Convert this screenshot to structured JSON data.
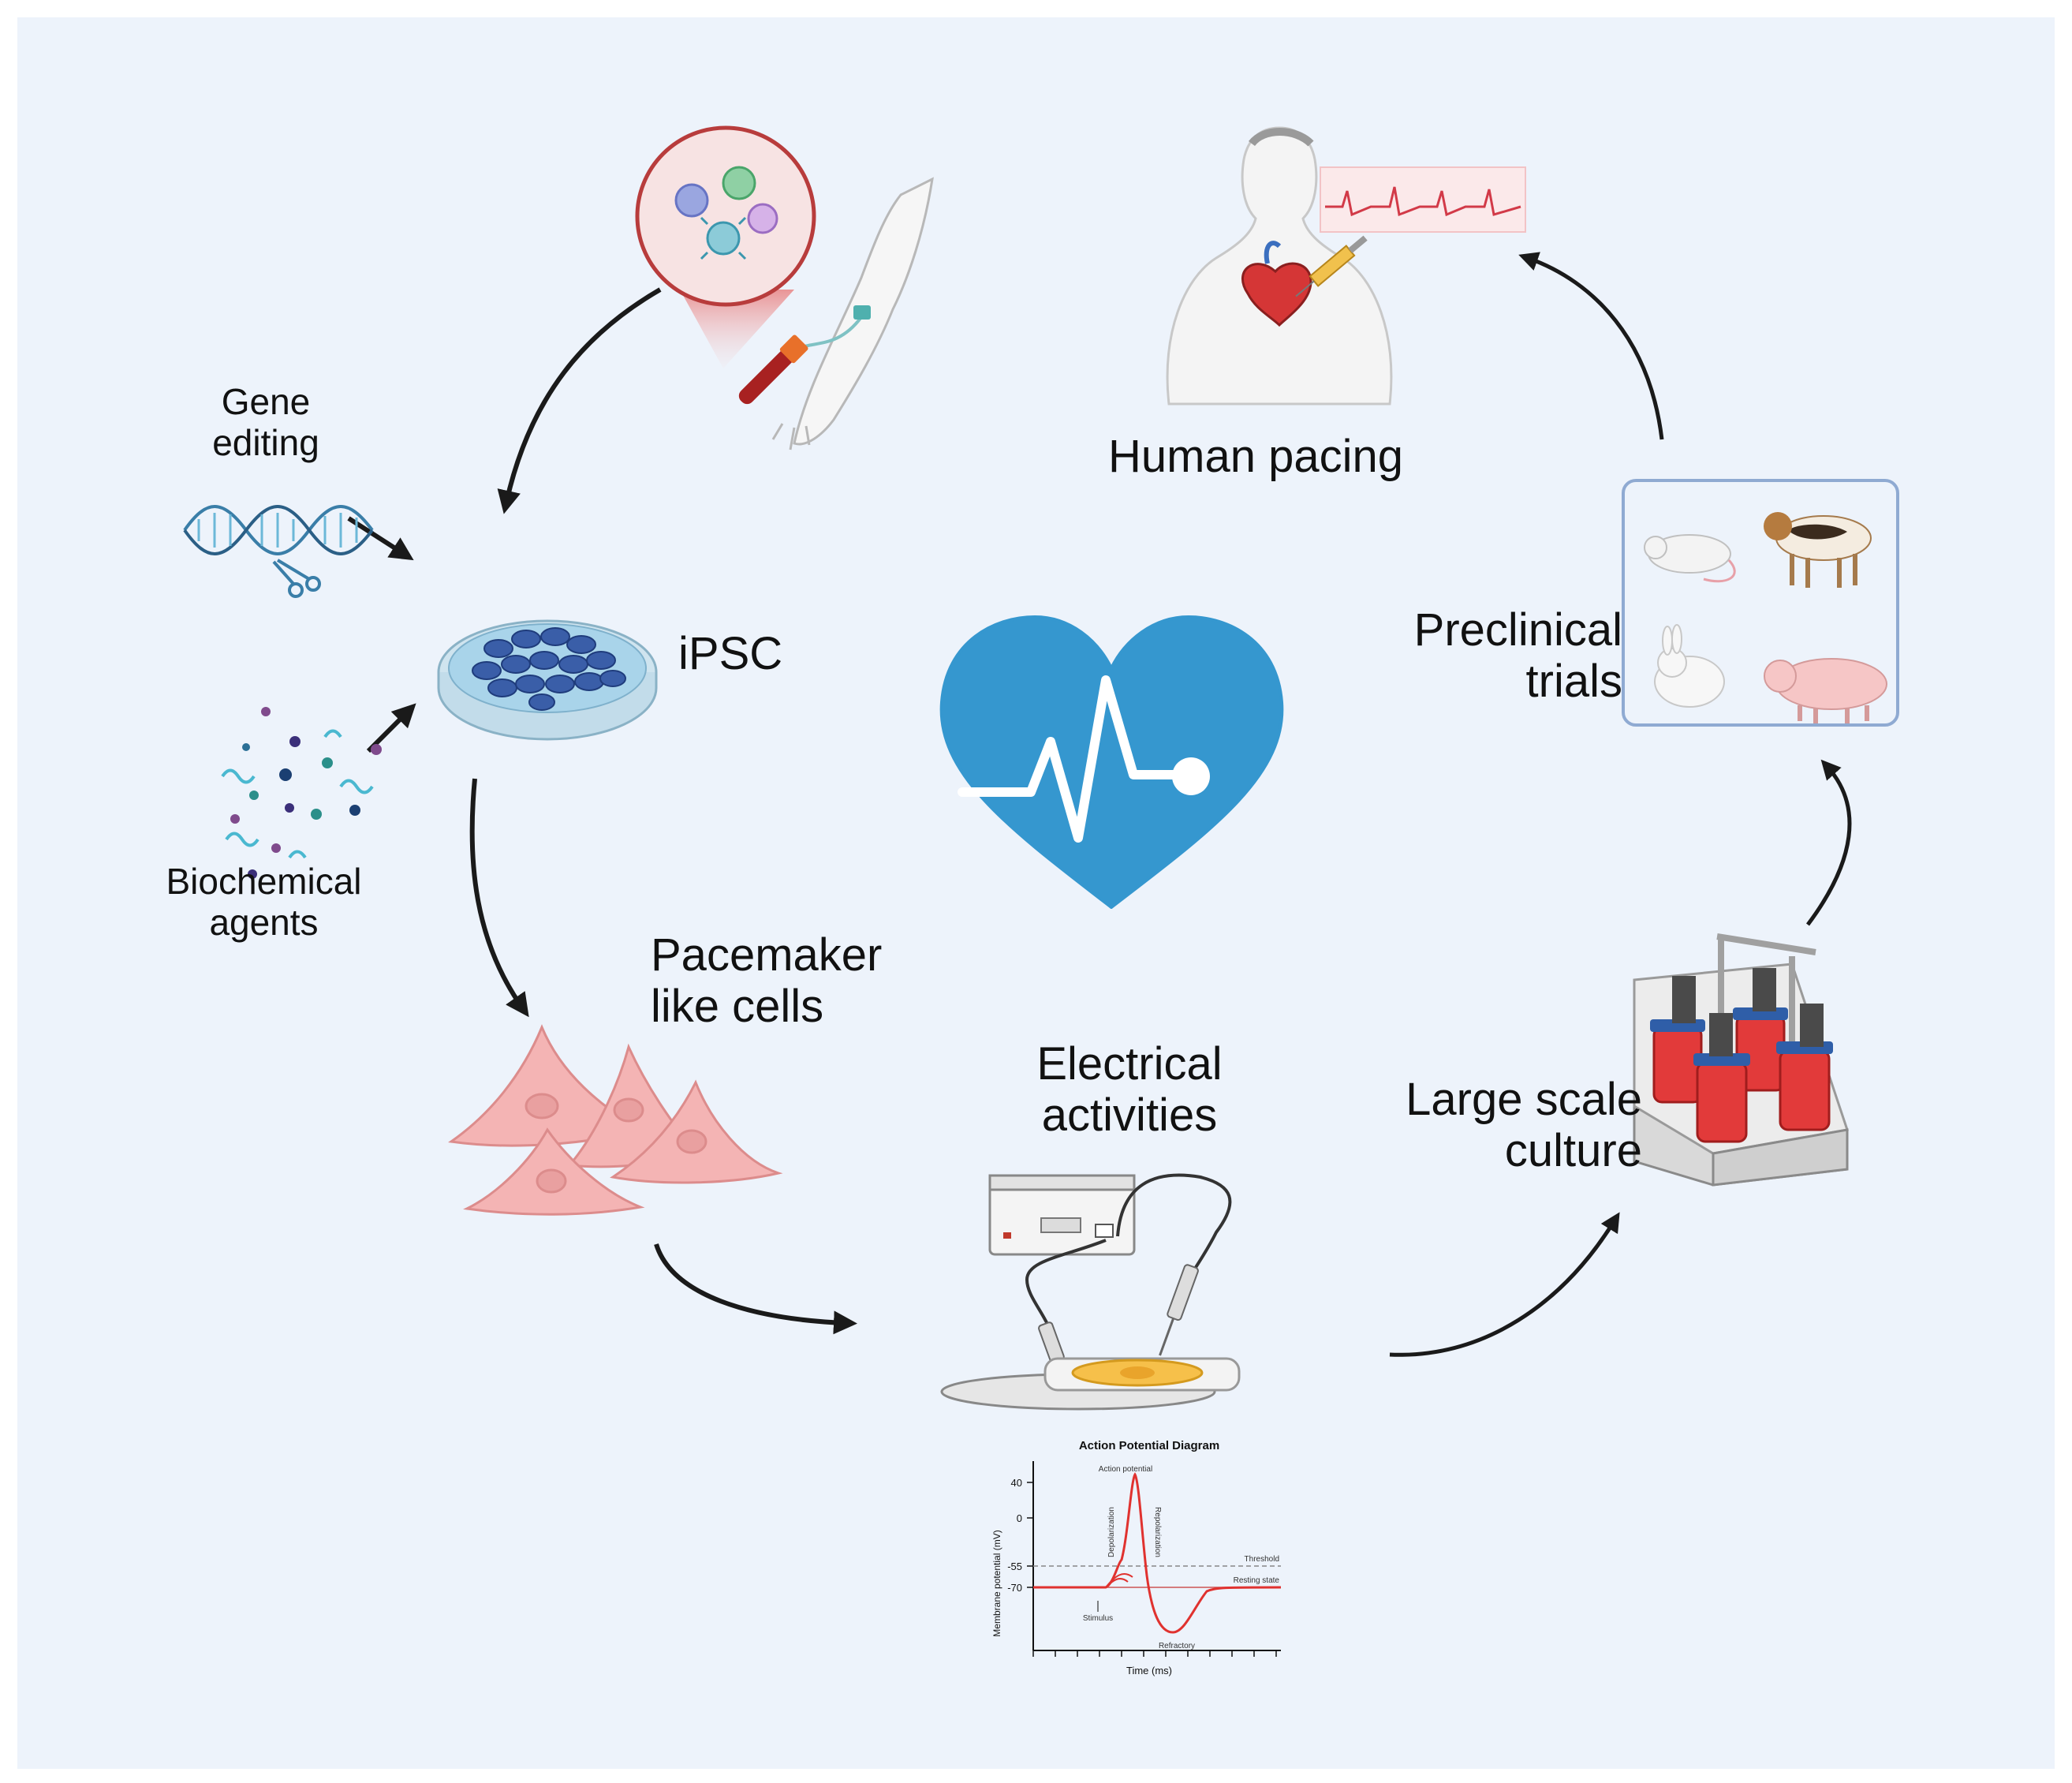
{
  "labels": {
    "gene_editing": [
      "Gene",
      "editing"
    ],
    "ipsc": "iPSC",
    "biochemical": [
      "Biochemical",
      "agents"
    ],
    "pacemaker": [
      "Pacemaker",
      "like cells"
    ],
    "electrical": [
      "Electrical",
      "activities"
    ],
    "large_scale": [
      "Large scale",
      "culture"
    ],
    "preclinical": [
      "Preclinical",
      "trials"
    ],
    "human_pacing": "Human pacing"
  },
  "ap_diagram": {
    "title": "Action Potential Diagram",
    "ylabel": "Membrane potential (mV)",
    "xlabel": "Time (ms)",
    "yticks": [
      "40",
      "0",
      "-55",
      "-70"
    ],
    "annotations": {
      "peak": "Action potential",
      "depolarization": "Depolarization",
      "repolarization": "Repolarization",
      "threshold": "Threshold",
      "resting": "Resting state",
      "stimulus": "Stimulus",
      "refractory": "Refractory"
    }
  },
  "colors": {
    "background": "#edf3fb",
    "heart": "#3597cf",
    "arrow": "#1a1a1a",
    "cells": "#f2b3b3",
    "trace": "#e0322f"
  }
}
